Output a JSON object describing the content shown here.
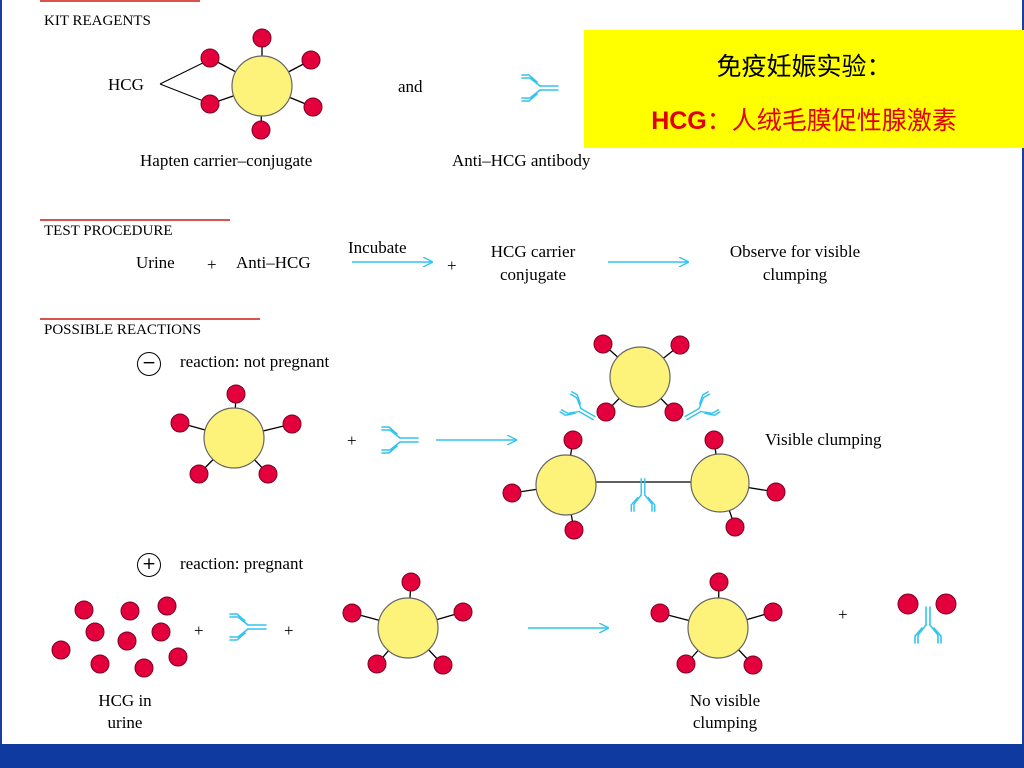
{
  "sections": {
    "kit_reagents": "KIT REAGENTS",
    "test_procedure": "TEST PROCEDURE",
    "possible_reactions": "POSSIBLE REACTIONS"
  },
  "kit": {
    "hcg_label": "HCG",
    "and_label": "and",
    "conjugate_label": "Hapten carrier–conjugate",
    "antibody_label": "Anti–HCG antibody"
  },
  "highlight": {
    "title": "免疫妊娠实验：",
    "subtitle_prefix": "HCG",
    "subtitle_rest": "：人绒毛膜促性腺激素"
  },
  "procedure": {
    "urine": "Urine",
    "plus1": "+",
    "anti_hcg": "Anti–HCG",
    "incubate": "Incubate",
    "plus2": "+",
    "conjugate_line1": "HCG carrier",
    "conjugate_line2": "conjugate",
    "observe_line1": "Observe for visible",
    "observe_line2": "clumping"
  },
  "reactions": {
    "negative_sign": "−",
    "negative_label": "reaction: not pregnant",
    "positive_sign": "+",
    "positive_label": "reaction: pregnant",
    "plus_negative": "+",
    "plus_pos_1": "+",
    "plus_pos_2": "+",
    "plus_pos_3": "+",
    "visible_clumping": "Visible clumping",
    "hcg_urine_line1": "HCG in",
    "hcg_urine_line2": "urine",
    "no_clump_line1": "No visible",
    "no_clump_line2": "clumping"
  },
  "colors": {
    "core_fill": "#fdf27a",
    "core_stroke": "#666666",
    "bead_fill": "#e3003c",
    "antibody": "#33c4ee",
    "arrow": "#33c4ee",
    "underline": "#d9534f",
    "highlight_bg": "#ffff00",
    "highlight_text": "#e00000",
    "bar": "#0f3aa0"
  }
}
